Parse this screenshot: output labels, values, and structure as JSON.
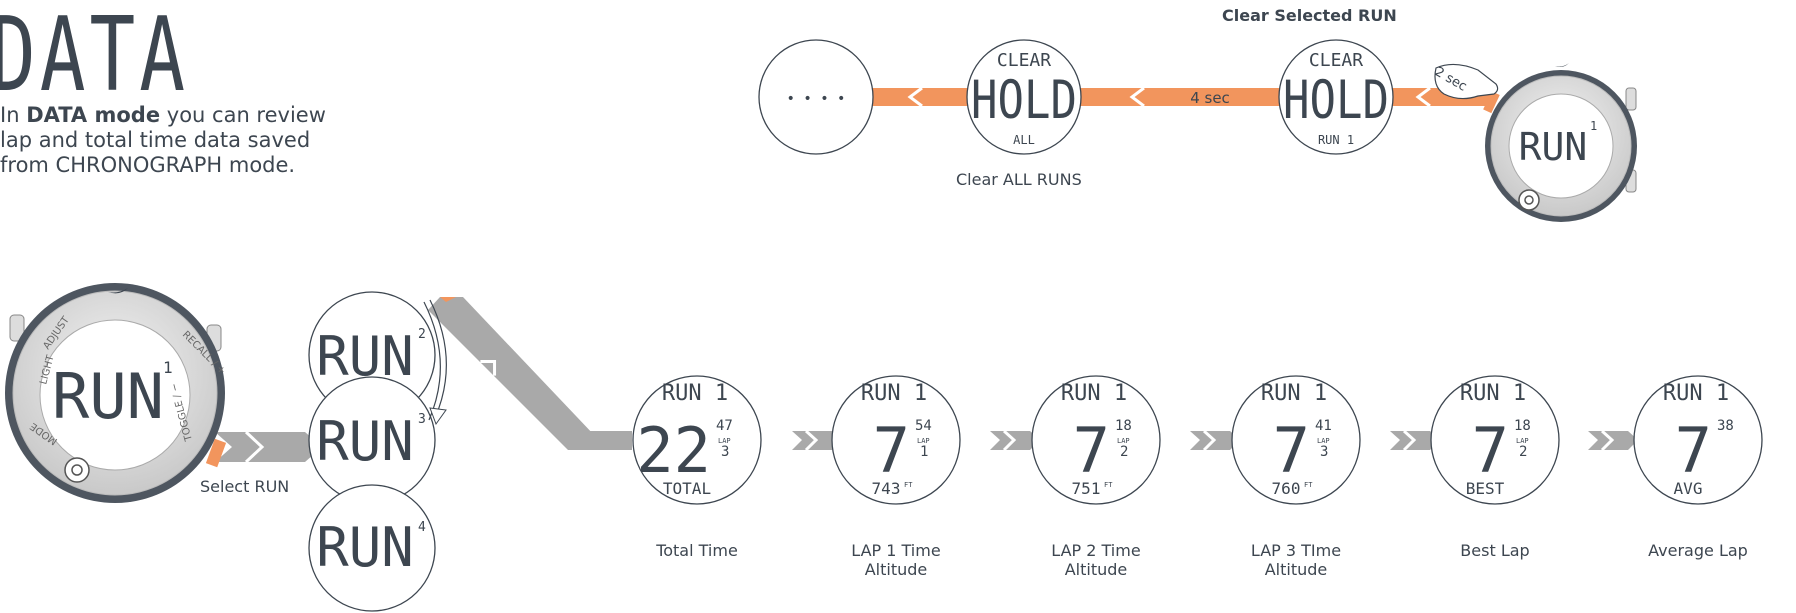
{
  "title_fragment": "DATA",
  "intro": {
    "p1": "In ",
    "bold": "DATA mode",
    "p2": " you can review",
    "line2": "lap and total time data saved",
    "line3": "from CHRONOGRAPH mode."
  },
  "colors": {
    "accent": "#f2955d",
    "arrow_gray": "#a9a9a9",
    "ink": "#3d4650",
    "bezel": "#4e5660"
  },
  "top_labels": {
    "clear_selected": "Clear Selected RUN",
    "clear_all": "Clear ALL RUNS",
    "four_sec": "4 sec",
    "two_sec": "2 sec"
  },
  "clear_all_display": {
    "top": "CLEAR",
    "mid": "HOLD",
    "bottom": "ALL"
  },
  "clear_one_display": {
    "top": "CLEAR",
    "mid": "HOLD",
    "bottom": "RUN 1"
  },
  "dots": "• • • •",
  "watch": {
    "run_text": "RUN",
    "run_num": "1",
    "buttons": {
      "light": "LIGHT",
      "adjust": "ADJUST",
      "recall": "RECALL / +",
      "toggle": "TOGGLE / −",
      "mode": "MODE"
    }
  },
  "select_label": "Select RUN",
  "run_list": [
    {
      "text": "RUN",
      "num": "2"
    },
    {
      "text": "RUN",
      "num": "3"
    },
    {
      "text": "RUN",
      "num": "4"
    }
  ],
  "steps": [
    {
      "header": "RUN 1",
      "big": "22",
      "sup": "47",
      "lap": "LAP",
      "lapnum": "3",
      "bottom": "TOTAL",
      "caption1": "Total Time",
      "caption2": ""
    },
    {
      "header": "RUN 1",
      "big": "7",
      "sup": "54",
      "lap": "LAP",
      "lapnum": "1",
      "bottom": "743",
      "ft": "FT",
      "caption1": "LAP 1 Time",
      "caption2": "Altitude"
    },
    {
      "header": "RUN 1",
      "big": "7",
      "sup": "18",
      "lap": "LAP",
      "lapnum": "2",
      "bottom": "751",
      "ft": "FT",
      "caption1": "LAP 2 Time",
      "caption2": "Altitude"
    },
    {
      "header": "RUN 1",
      "big": "7",
      "sup": "41",
      "lap": "LAP",
      "lapnum": "3",
      "bottom": "760",
      "ft": "FT",
      "caption1": "LAP 3 TIme",
      "caption2": "Altitude"
    },
    {
      "header": "RUN 1",
      "big": "7",
      "sup": "18",
      "lap": "LAP",
      "lapnum": "2",
      "bottom": "BEST",
      "caption1": "Best Lap",
      "caption2": ""
    },
    {
      "header": "RUN 1",
      "big": "7",
      "sup": "38",
      "lap": "",
      "lapnum": "",
      "bottom": "AVG",
      "caption1": "Average Lap",
      "caption2": ""
    }
  ]
}
